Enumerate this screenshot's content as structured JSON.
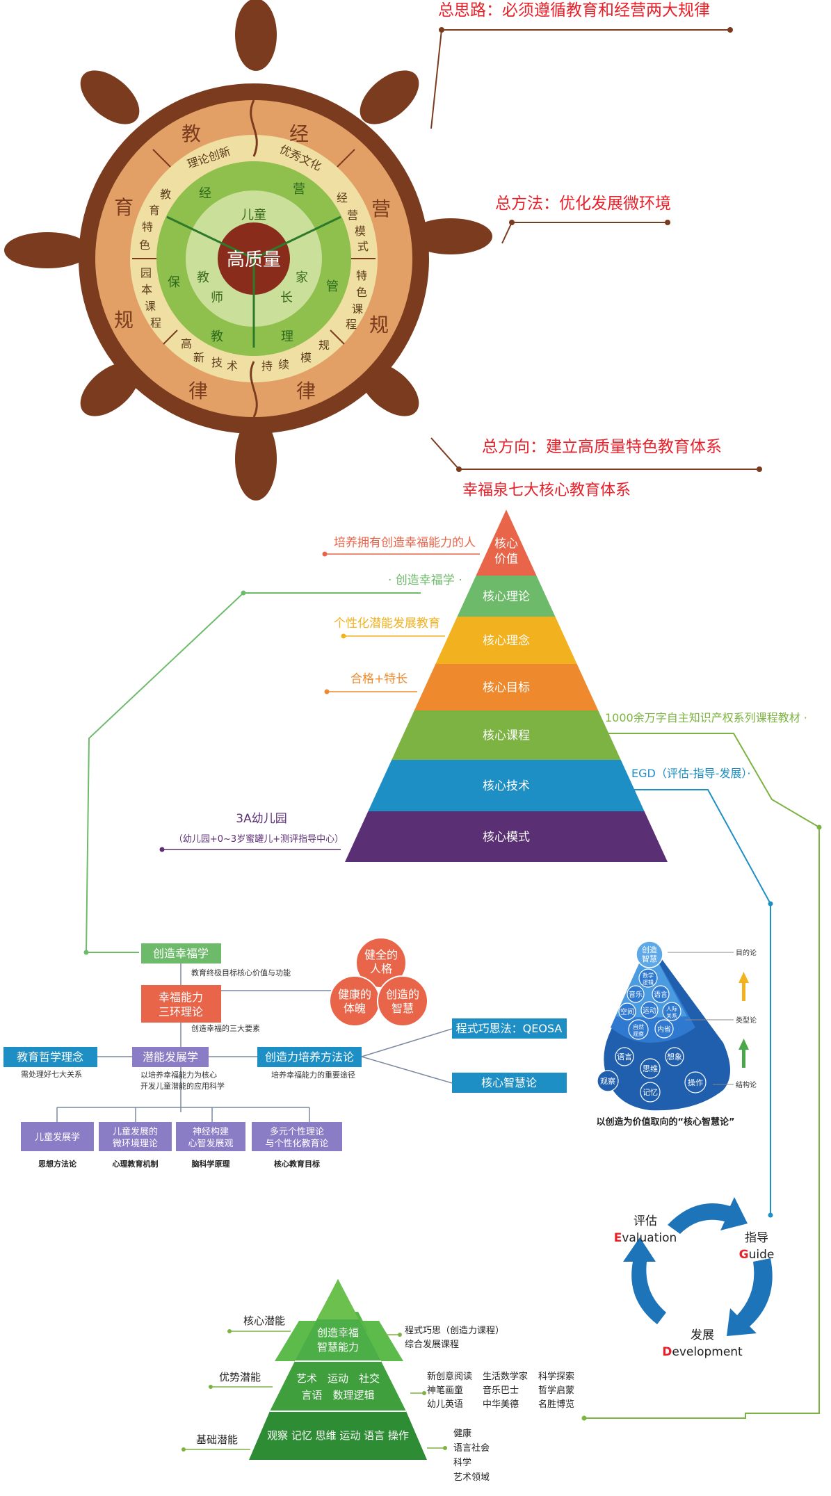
{
  "wheel": {
    "center": "高质量",
    "outer_chars": [
      "教",
      "经",
      "营",
      "规",
      "律",
      "律",
      "规",
      "育"
    ],
    "ring2": {
      "top_left": "理论创新",
      "top_right": "优秀文化",
      "right": [
        "经",
        "营",
        "模",
        "式"
      ],
      "right_low": [
        "特",
        "色",
        "课",
        "程"
      ],
      "bottom_right": [
        "规",
        "模"
      ],
      "bottom_right2": [
        "续",
        "持"
      ],
      "bottom_left": [
        "术",
        "技",
        "新",
        "高"
      ],
      "left_low": [
        "园",
        "本",
        "课",
        "程"
      ],
      "left": [
        "教",
        "育",
        "特",
        "色"
      ]
    },
    "ring3": [
      "经",
      "营",
      "管",
      "理",
      "教",
      "保"
    ],
    "inner": [
      "儿童",
      "家",
      "长",
      "教",
      "师"
    ]
  },
  "callouts": {
    "general_thinking": "总思路：必须遵循教育和经营两大规律",
    "general_method": "总方法：优化发展微环境",
    "general_direction": "总方向：建立高质量特色教育体系"
  },
  "pyramid": {
    "title": "幸福泉七大核心教育体系",
    "levels": [
      {
        "label": "核心\n价值",
        "color": "#e8654a"
      },
      {
        "label": "核心理论",
        "color": "#6dbb6a"
      },
      {
        "label": "核心理念",
        "color": "#f2b11e"
      },
      {
        "label": "核心目标",
        "color": "#ee8a2d"
      },
      {
        "label": "核心课程",
        "color": "#7cb342"
      },
      {
        "label": "核心技术",
        "color": "#1d8fc4"
      },
      {
        "label": "核心模式",
        "color": "#5b2f73"
      }
    ],
    "left_notes": [
      "培养拥有创造幸福能力的人",
      "· 创造幸福学 ·",
      "个性化潜能发展教育",
      "合格+特长",
      "3A幼儿园",
      "（幼儿园+0~3岁蜜罐儿+测评指导中心）"
    ],
    "right_notes": [
      "1000余万字自主知识产权系列课程教材 ·",
      "EGD（评估-指导-发展）·"
    ]
  },
  "tree": {
    "root": "创造幸福学",
    "root_note": "教育终极目标核心价值与功能",
    "theory": "幸福能力\n三环理论",
    "theory_note": "创造幸福的三大要素",
    "circles": [
      "健全的\n人格",
      "健康的\n体魄",
      "创造的\n智慧"
    ],
    "philosophy": "教育哲学理念",
    "philosophy_note": "需处理好七大关系",
    "potential": "潜能发展学",
    "potential_note1": "以培养幸福能力为核心",
    "potential_note2": "开发儿童潜能的应用科学",
    "method": "创造力培养方法论",
    "method_note": "培养幸福能力的重要途径",
    "qeosa": "程式巧思法：QEOSA",
    "wisdom": "核心智慧论",
    "leaves": [
      {
        "label": "儿童发展学",
        "note": "思想方法论"
      },
      {
        "label": "儿童发展的\n微环境理论",
        "note": "心理教育机制"
      },
      {
        "label": "神经构建\n心智发展观",
        "note": "脑科学原理"
      },
      {
        "label": "多元个性理论\n与个性化教育论",
        "note": "核心教育目标"
      }
    ]
  },
  "cone": {
    "top": "创造\n智慧",
    "mid_bubbles": [
      "数学\n逻辑",
      "音乐",
      "语言",
      "空间",
      "运动",
      "人际\n关系",
      "自然\n观察",
      "内省"
    ],
    "bottom_bubbles": [
      "语言",
      "思维",
      "想象",
      "观察",
      "记忆",
      "操作"
    ],
    "side_labels": [
      "目的论",
      "类型论",
      "结构论"
    ],
    "caption": "以创造为价值取向的“核心智慧论”"
  },
  "cycle": {
    "evaluation_cn": "评估",
    "evaluation_en": "Evaluation",
    "evaluation_letter": "E",
    "guide_cn": "指导",
    "guide_en": "Guide",
    "guide_letter": "G",
    "dev_cn": "发展",
    "dev_en": "Development",
    "dev_letter": "D"
  },
  "small_pyramid": {
    "top": "创造幸福\n智慧能力",
    "middle1": "艺术　运动　社交",
    "middle2": "言语　数理逻辑",
    "bottom": "观察 记忆 思维 运动 语言 操作",
    "left": [
      "核心潜能",
      "优势潜能",
      "基础潜能"
    ],
    "right_top": [
      "程式巧思（创造力课程）",
      "综合发展课程"
    ],
    "right_mid": [
      [
        "新创意阅读",
        "生活数学家",
        "科学探索"
      ],
      [
        "神笔画童",
        "音乐巴士",
        "哲学启蒙"
      ],
      [
        "幼儿英语",
        "中华美德",
        "名胜博览"
      ]
    ],
    "right_bottom": [
      "健康",
      "语言社会",
      "科学",
      "艺术领域"
    ]
  },
  "colors": {
    "wheel_spoke": "#7a3b1e",
    "wheel_ring1": "#e2a066",
    "wheel_ring2": "#f0dfa2",
    "wheel_ring3": "#8fbf4c",
    "wheel_ring4": "#c9df9a",
    "wheel_center": "#8a2c1c",
    "callout_red": "#e8202a",
    "tree_green": "#6dbb6a",
    "tree_orange": "#e8654a",
    "tree_purple": "#8b7cc6",
    "tree_blue": "#1d8fc4"
  }
}
